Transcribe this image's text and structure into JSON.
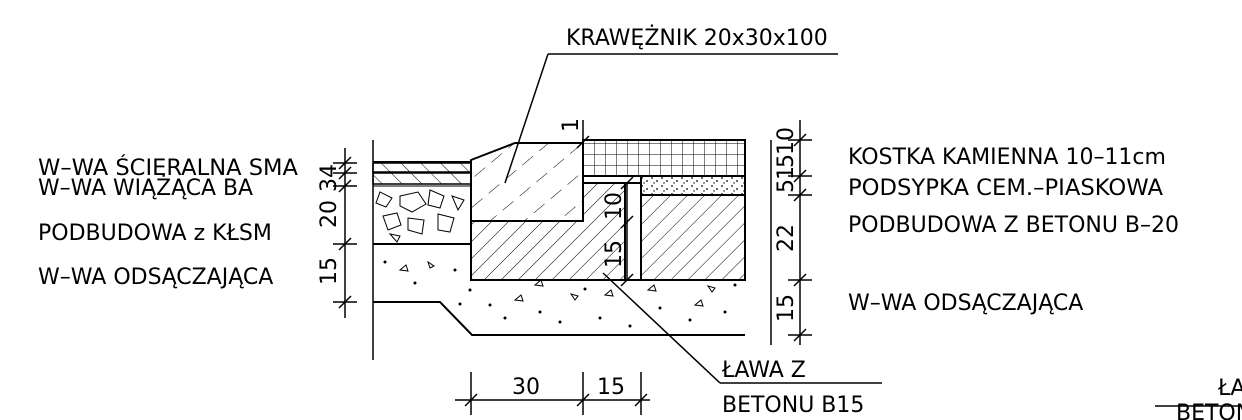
{
  "labels": {
    "curb_title": "KRAWĘŻNIK 20x30x100",
    "left_1": "W–WA ŚCIERALNA SMA",
    "left_2": "W–WA WIĄŻĄCA BA",
    "left_3": "PODBUDOWA z KŁSM",
    "left_4": "W–WA ODSĄCZAJĄCA",
    "right_1": "KOSTKA KAMIENNA 10–11cm",
    "right_2": "PODSYPKA CEM.–PIASKOWA",
    "right_3": "PODBUDOWA Z BETONU B–20",
    "right_4": "W–WA ODSĄCZAJĄCA",
    "bench_1": "ŁAWA Z",
    "bench_2": "BETONU B15",
    "cut_1": "ŁA",
    "cut_2": "BETON"
  },
  "dimensions": {
    "left_4": "4",
    "left_3": "3",
    "left_20": "20",
    "left_15": "15",
    "curb_1": "1",
    "mid_10": "10",
    "mid_15": "15",
    "right_5": "5",
    "right_10": "10",
    "right_5b": "5",
    "right_1": "1",
    "right_0": "0",
    "right_22": "22",
    "right_15": "15",
    "bottom_30": "30",
    "bottom_15": "15"
  },
  "colors": {
    "ink": "#000000",
    "paper": "#ffffff"
  }
}
